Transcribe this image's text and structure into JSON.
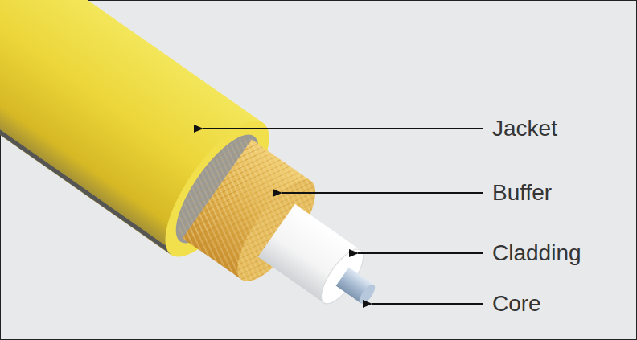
{
  "diagram": {
    "labels": [
      "Jacket",
      "Buffer",
      "Cladding",
      "Core"
    ]
  }
}
